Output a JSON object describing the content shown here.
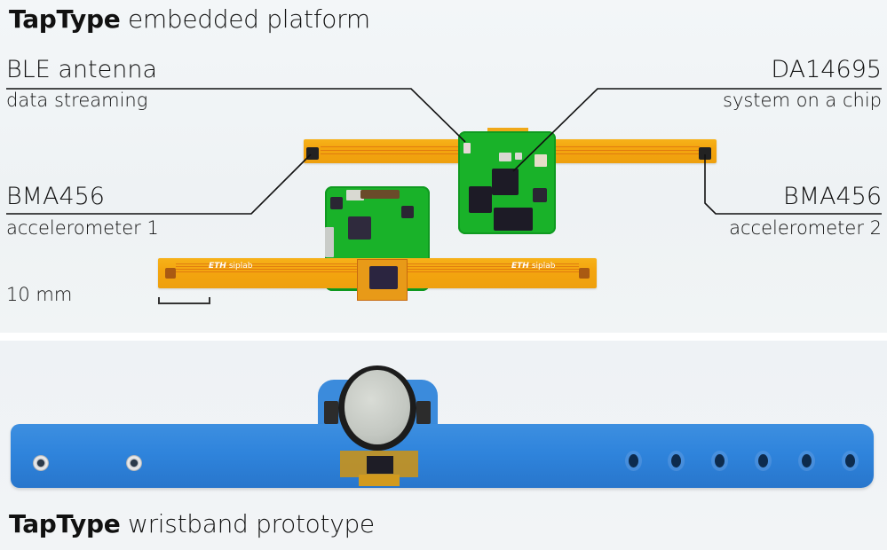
{
  "top_panel": {
    "title_bold": "TapType",
    "title_rest": " embedded platform",
    "labels": {
      "ble": {
        "name": "BLE antenna",
        "desc": "data streaming"
      },
      "soc": {
        "name": "DA14695",
        "desc": "system on a chip"
      },
      "acc1": {
        "name": "BMA456",
        "desc": "accelerometer 1"
      },
      "acc2": {
        "name": "BMA456",
        "desc": "accelerometer 2"
      }
    },
    "scale_label": "10 mm",
    "flex_print": {
      "brand": "ETH",
      "lab": "siplab"
    }
  },
  "bottom_panel": {
    "title_bold": "TapType",
    "title_rest": " wristband prototype"
  },
  "colors": {
    "flex_cable": "#f4a50f",
    "pcb_green": "#19b229",
    "wristband_blue": "#2f84dc",
    "text": "#111111"
  }
}
